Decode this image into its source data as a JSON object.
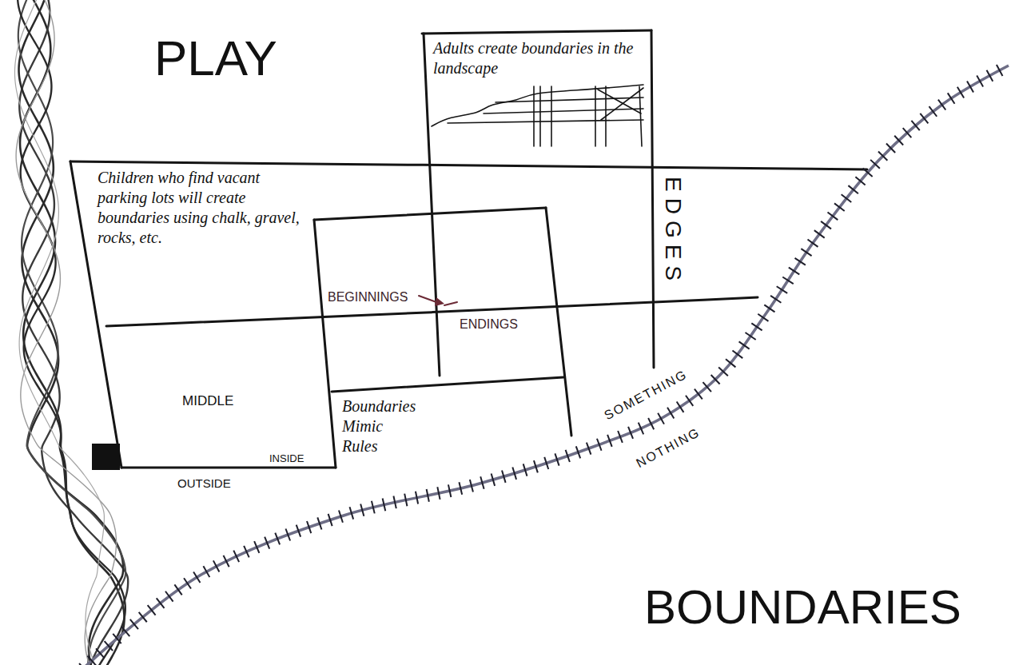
{
  "diagram": {
    "labels": [
      "PLAY",
      "Adults create boundaries in the landscape",
      "Children who find vacant parking lots will create boundaries using chalk, gravel, rocks, etc.",
      "EDGES",
      "BEGINNINGS",
      "ENDINGS",
      "MIDDLE",
      "Boundaries Mimic Rules",
      "SOMETHING",
      "NOTHING",
      "INSIDE",
      "OUTSIDE",
      "BOUNDARIES"
    ]
  }
}
